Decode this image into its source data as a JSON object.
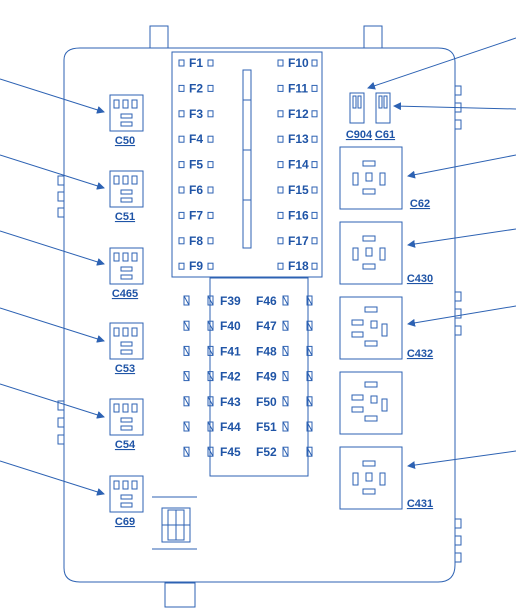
{
  "colors": {
    "line": "#2d62b3",
    "text": "#1f54a6",
    "background": "#ffffff"
  },
  "left_connectors": [
    "C50",
    "C51",
    "C465",
    "C53",
    "C54",
    "C69"
  ],
  "small_connectors": [
    "C904",
    "C61"
  ],
  "relays": [
    {
      "label": "C62",
      "orientation": "down"
    },
    {
      "label": "C430",
      "orientation": "down"
    },
    {
      "label": "C432",
      "orientation": "left"
    },
    {
      "label": "",
      "orientation": "left"
    },
    {
      "label": "C431",
      "orientation": "down"
    }
  ],
  "mini_fuses_left": [
    "F1",
    "F2",
    "F3",
    "F4",
    "F5",
    "F6",
    "F7",
    "F8",
    "F9"
  ],
  "mini_fuses_right": [
    "F10",
    "F11",
    "F12",
    "F13",
    "F14",
    "F15",
    "F16",
    "F17",
    "F18"
  ],
  "maxi_fuses_left": [
    "F39",
    "F40",
    "F41",
    "F42",
    "F43",
    "F44",
    "F45"
  ],
  "maxi_fuses_right": [
    "F46",
    "F47",
    "F48",
    "F49",
    "F50",
    "F51",
    "F52"
  ]
}
